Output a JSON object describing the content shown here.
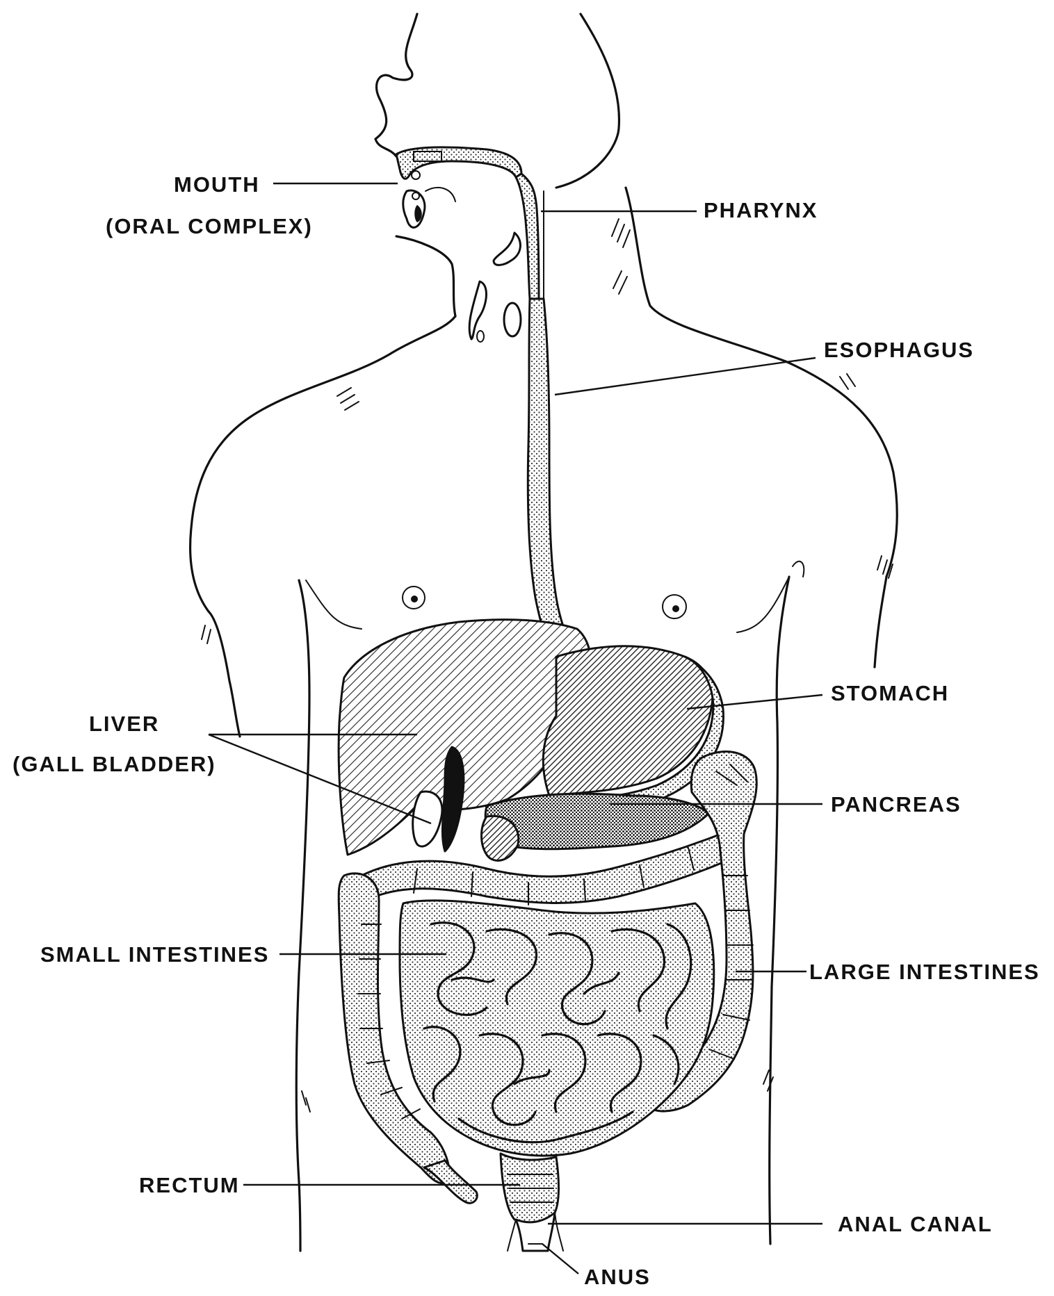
{
  "labels": {
    "mouth": "MOUTH",
    "mouth_sub": "(ORAL COMPLEX)",
    "pharynx": "PHARYNX",
    "esophagus": "ESOPHAGUS",
    "stomach": "STOMACH",
    "liver": "LIVER",
    "liver_sub": "(GALL BLADDER)",
    "pancreas": "PANCREAS",
    "small_intestines": "SMALL INTESTINES",
    "large_intestines": "LARGE INTESTINES",
    "rectum": "RECTUM",
    "anal_canal": "ANAL CANAL",
    "anus": "ANUS"
  }
}
